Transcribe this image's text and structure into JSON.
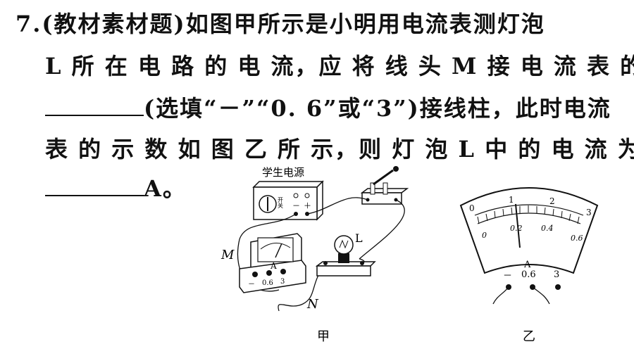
{
  "question": {
    "number": "7.",
    "line1": "(教材素材题)如图甲所示是小明用电流表测灯泡",
    "line2": "L 所 在 电 路 的 电 流，应 将 线 头 M 接 电 流 表 的",
    "line3": "(选填“－”“0. 6”或“3”)接线柱，此时电流",
    "line4": "表 的 示 数 如 图 乙 所 示，则 灯 泡  L  中 的 电 流 为",
    "line5": "A。"
  },
  "figure_jia": {
    "power_label": "学生电源",
    "switch_text": "开关",
    "minus": "－",
    "plus": "＋",
    "ammeter_label": "A",
    "terminals": [
      "－",
      "0.6",
      "3"
    ],
    "lamp_label": "L",
    "wire_M": "M",
    "wire_N": "N",
    "caption": "甲"
  },
  "figure_yi": {
    "top_scale": [
      "0",
      "1",
      "2",
      "3"
    ],
    "bottom_scale": [
      "0",
      "0.2",
      "0.4",
      "0.6"
    ],
    "unit": "A",
    "terminals": [
      "－",
      "0.6",
      "3"
    ],
    "caption": "乙"
  }
}
